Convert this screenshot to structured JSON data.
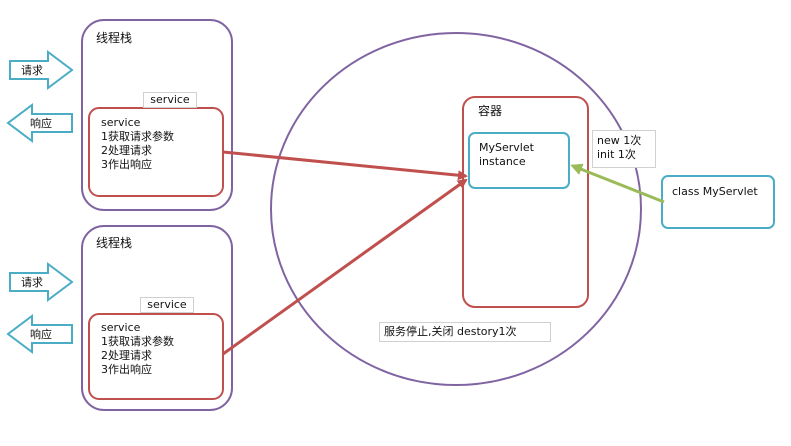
{
  "thread_stacks": [
    {
      "title": "线程栈",
      "service_tag": "service",
      "service_lines": [
        "service",
        "1获取请求参数",
        "2处理请求",
        "3作出响应"
      ],
      "request_label": "请求",
      "response_label": "响应"
    },
    {
      "title": "线程栈",
      "service_tag": "service",
      "service_lines": [
        "service",
        "1获取请求参数",
        "2处理请求",
        "3作出响应"
      ],
      "request_label": "请求",
      "response_label": "响应"
    }
  ],
  "server": {
    "container_title": "容器",
    "instance_lines": [
      "MyServlet",
      "instance"
    ],
    "lifecycle_note_lines": [
      "new 1次",
      "init  1次"
    ],
    "stop_note": "服务停止,关闭 destory1次"
  },
  "class_box_label": "class  MyServlet",
  "colors": {
    "purple": "#8064a2",
    "red": "#c0504d",
    "blue": "#4bacc6",
    "green": "#9bbb59",
    "text": "#111111"
  }
}
